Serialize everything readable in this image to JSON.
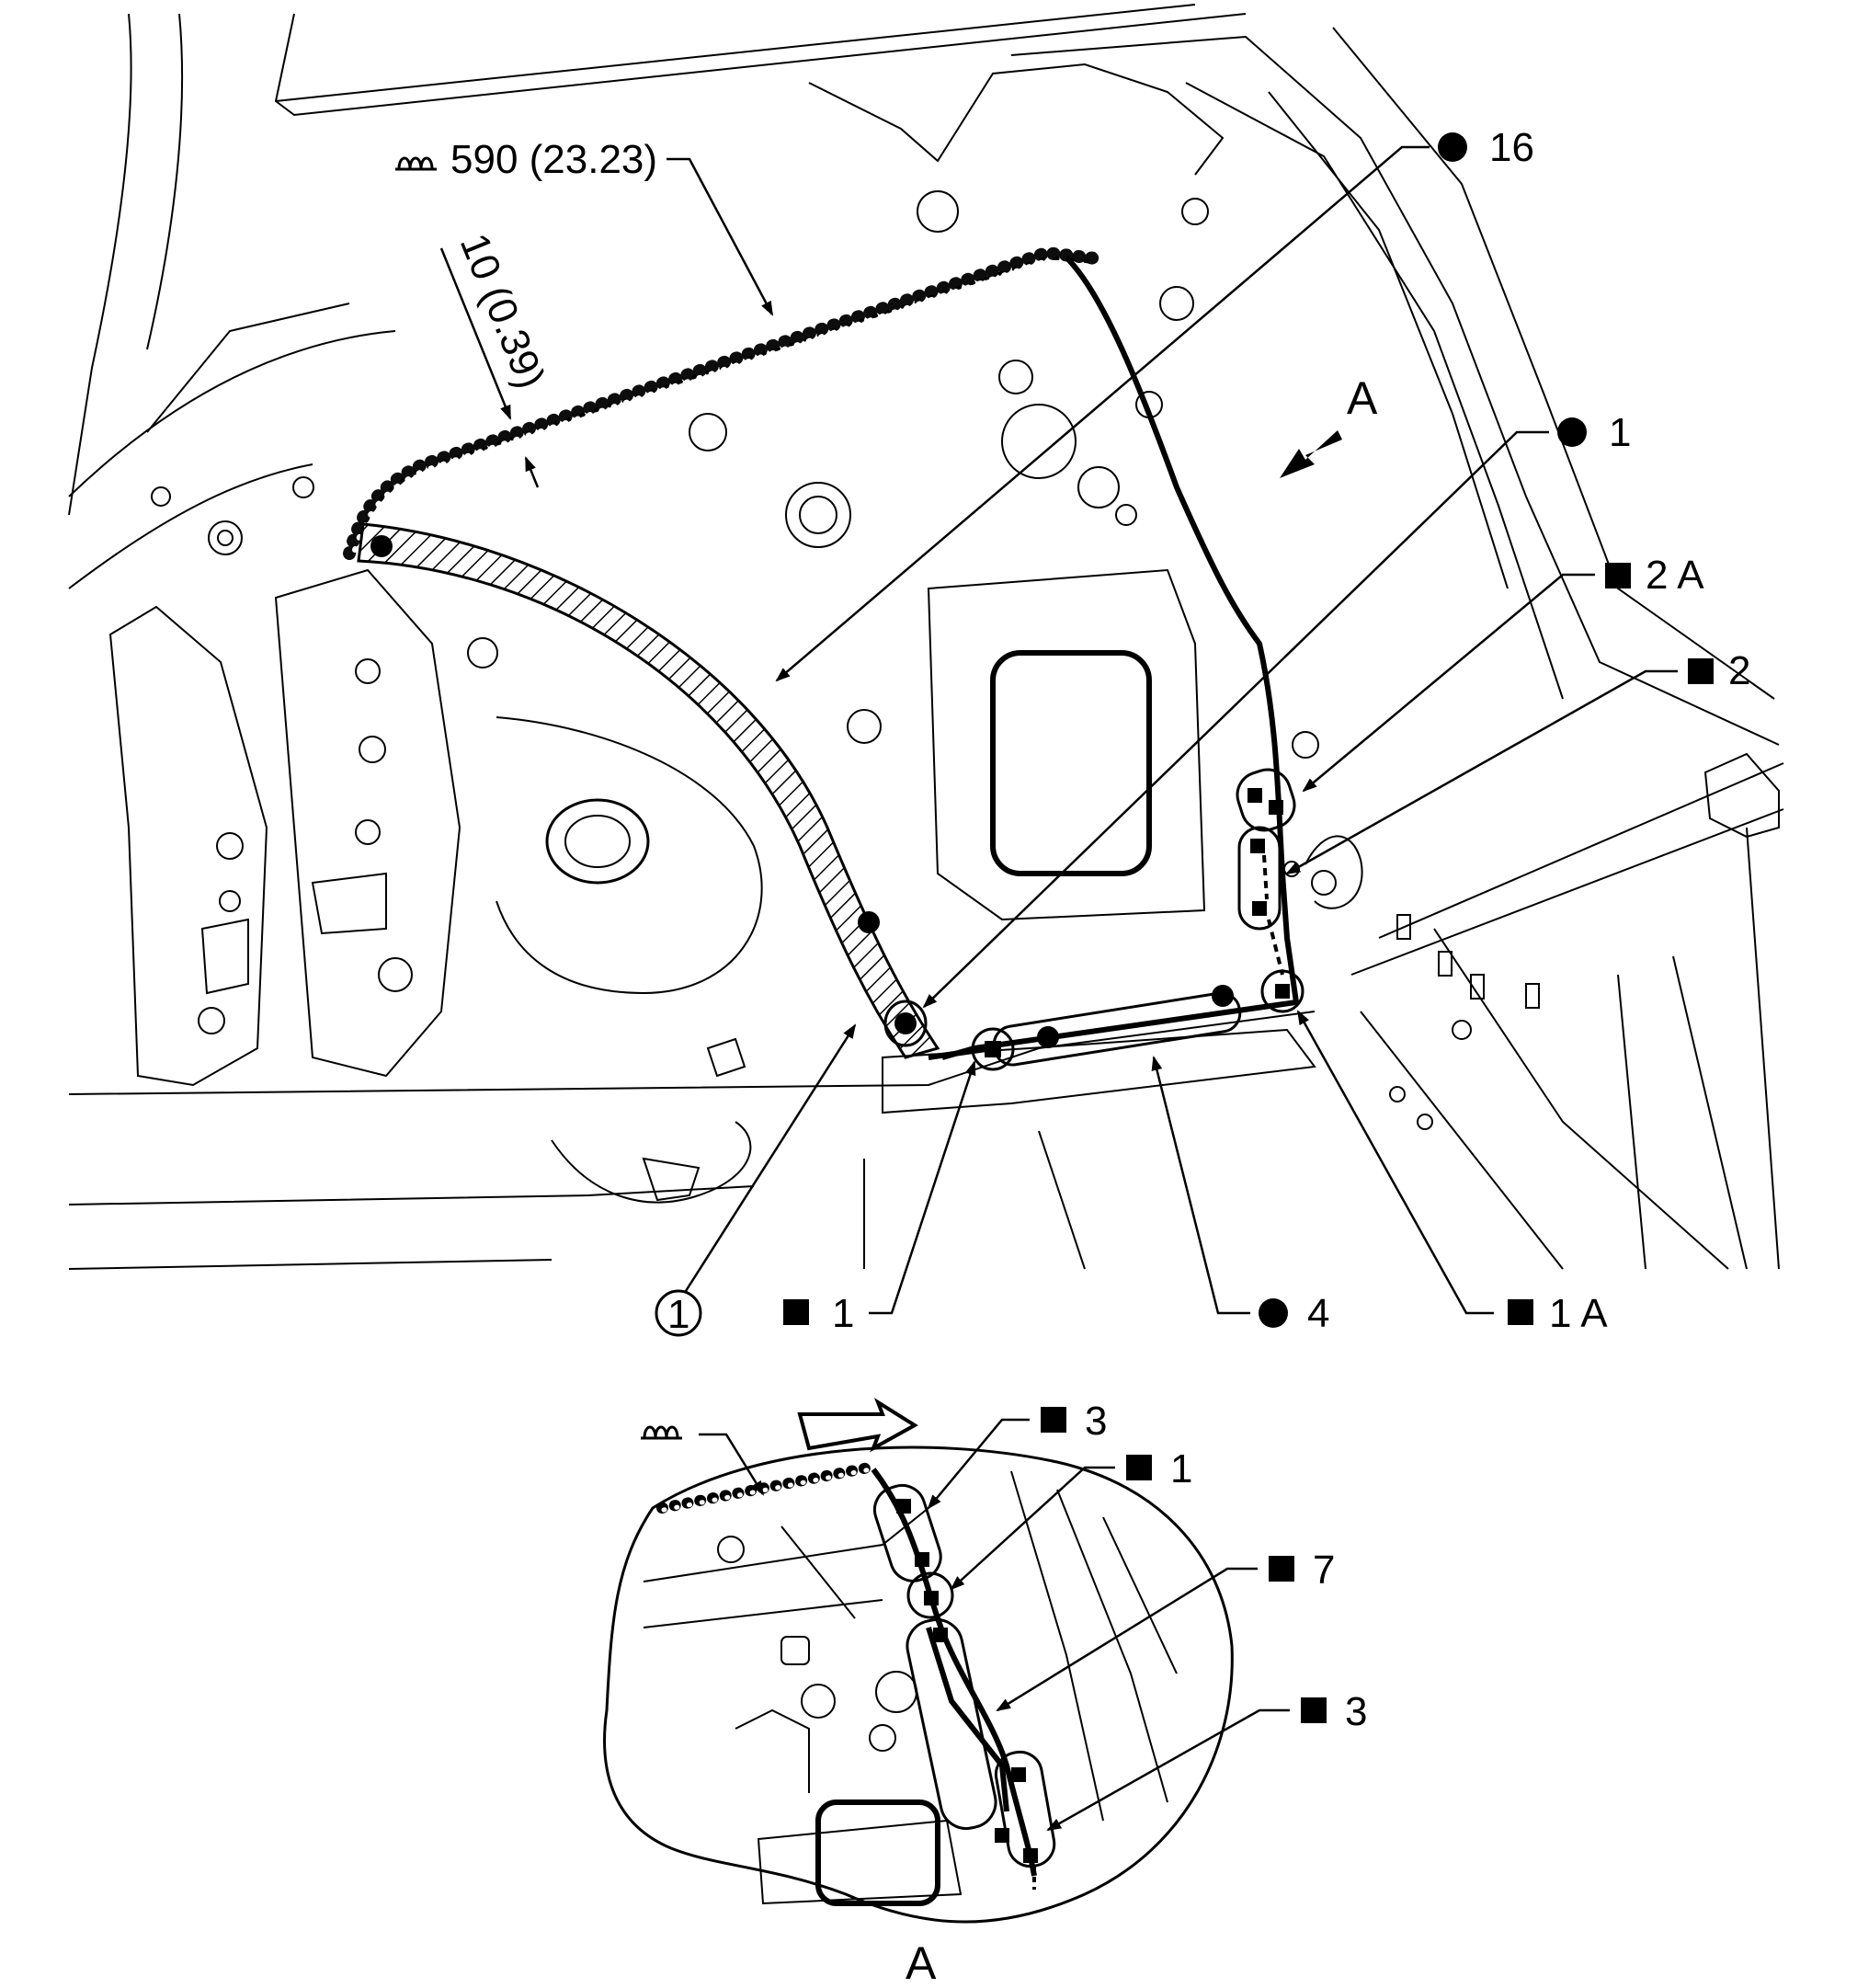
{
  "callouts": {
    "sealer_length": "590 (23.23)",
    "sealer_offset": "10 (0.39)",
    "weld_16": "16",
    "weld_1": "1",
    "spot_2A": "2 A",
    "spot_2": "2",
    "ref_circle": "1",
    "spot_1": "1",
    "weld_4": "4",
    "spot_1A": "1 A"
  },
  "view_label": "A",
  "detail": {
    "spot_3_top": "3",
    "spot_1": "1",
    "spot_7": "7",
    "spot_3_bottom": "3",
    "view_label": "A"
  },
  "icons": {
    "sealer": "sealer-bead-icon",
    "weld_point": "arc-weld-dot-icon",
    "spot_weld": "spot-weld-square-icon",
    "view_arrow": "view-direction-arrow-icon"
  },
  "colors": {
    "line": "#000000",
    "background": "#ffffff"
  }
}
